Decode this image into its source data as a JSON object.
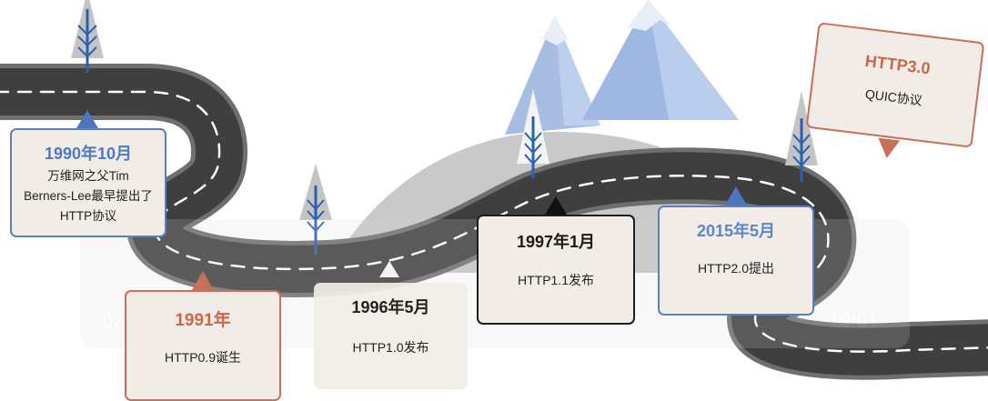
{
  "timeline": [
    {
      "id": "1990",
      "date": "1990年10月",
      "desc": [
        "万维网之父Tim",
        "Berners-Lee最早提出了",
        "HTTP协议"
      ]
    },
    {
      "id": "1991",
      "date": "1991年",
      "desc": [
        "HTTP0.9诞生"
      ]
    },
    {
      "id": "1996",
      "date": "1996年5月",
      "desc": [
        "HTTP1.0发布"
      ]
    },
    {
      "id": "1997",
      "date": "1997年1月",
      "desc": [
        "HTTP1.1发布"
      ]
    },
    {
      "id": "2015",
      "date": "2015年5月",
      "desc": [
        "HTTP2.0提出"
      ]
    },
    {
      "id": "30",
      "date": "HTTP3.0",
      "desc": [
        "QUIC协议"
      ]
    }
  ],
  "player_overlay": {
    "elapsed": "02:55",
    "total": "19:01"
  },
  "colors": {
    "road": "#414141",
    "road_edge": "#6c6c6c",
    "blue_accent": "#4f7ac3",
    "red_accent": "#c9674e",
    "card_bg": "#f1ede6",
    "mountain_blue": "#9db6de",
    "hill_gray": "#c6c6c6"
  }
}
